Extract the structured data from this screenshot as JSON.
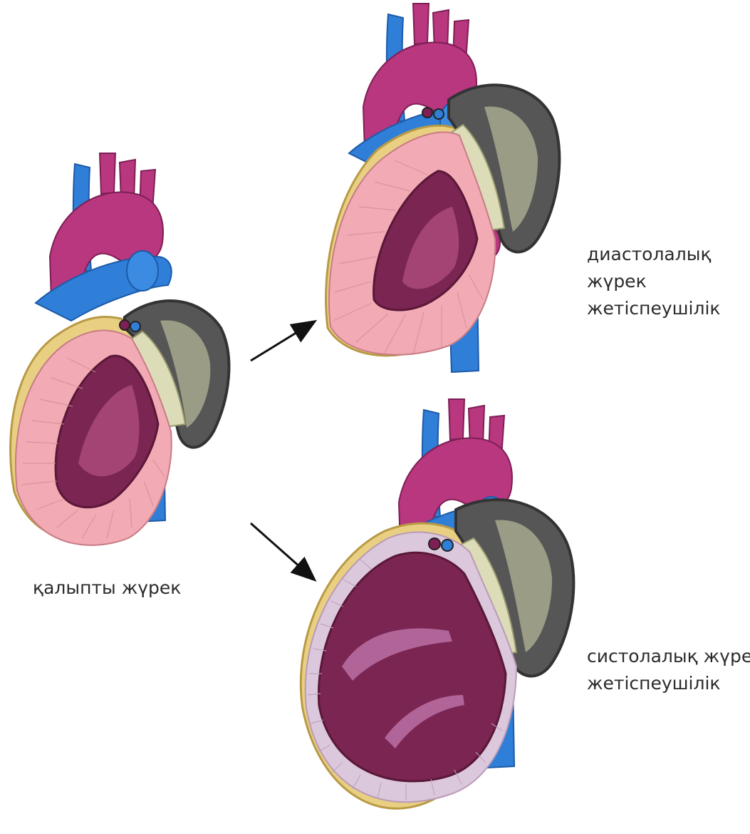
{
  "labels": {
    "normal": "қалыпты жүрек",
    "diastolic": [
      "диастолалық",
      "жүрек",
      "жетіспеушілік"
    ],
    "systolic": [
      "систолалық жүрек",
      "жетіспеушілік"
    ]
  },
  "colors": {
    "aorta": "#b8377f",
    "vein": "#2f7fd8",
    "myocardium": "#f2aab4",
    "chamber": "#7a2552",
    "atrium_dark": "#565656",
    "fat": "#e9cf82",
    "arrow": "#111111"
  },
  "icons": [
    "normal-heart-icon",
    "diastolic-heart-icon",
    "systolic-heart-icon",
    "arrow-icon"
  ]
}
